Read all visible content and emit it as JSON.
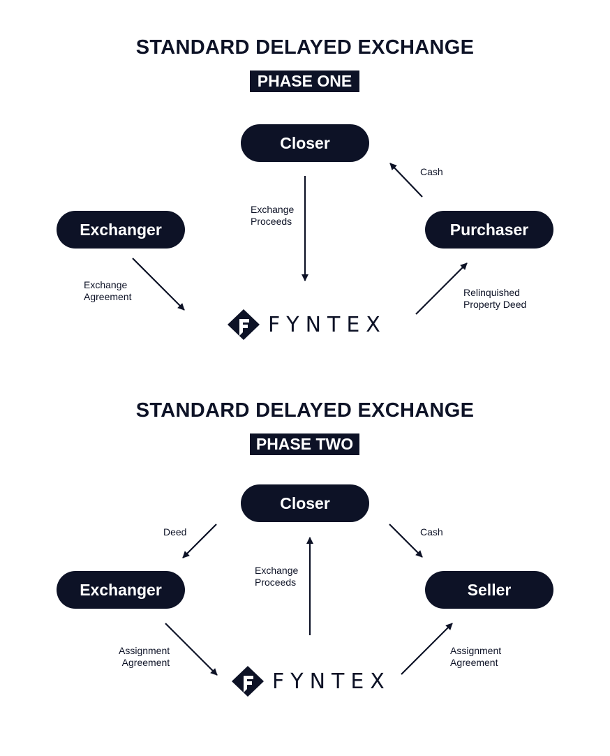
{
  "colors": {
    "navy": "#0d1226",
    "background": "#ffffff",
    "text_on_navy": "#ffffff"
  },
  "phase_one": {
    "title": "STANDARD DELAYED EXCHANGE",
    "phase": "PHASE ONE",
    "nodes": {
      "closer": "Closer",
      "exchanger": "Exchanger",
      "purchaser": "Purchaser"
    },
    "labels": {
      "cash": [
        "Cash"
      ],
      "exchange_proceeds": [
        "Exchange",
        "Proceeds"
      ],
      "exchange_agreement": [
        "Exchange",
        "Agreement"
      ],
      "relinquished_deed": [
        "Relinquished",
        "Property Deed"
      ]
    },
    "logo": {
      "icon": "fyntex-logo-icon",
      "wordmark": "FYNTEX"
    }
  },
  "phase_two": {
    "title": "STANDARD DELAYED EXCHANGE",
    "phase": "PHASE TWO",
    "nodes": {
      "closer": "Closer",
      "exchanger": "Exchanger",
      "seller": "Seller"
    },
    "labels": {
      "deed": [
        "Deed"
      ],
      "cash": [
        "Cash"
      ],
      "exchange_proceeds": [
        "Exchange",
        "Proceeds"
      ],
      "assignment_left": [
        "Assignment",
        "Agreement"
      ],
      "assignment_right": [
        "Assignment",
        "Agreement"
      ]
    },
    "logo": {
      "icon": "fyntex-logo-icon",
      "wordmark": "FYNTEX"
    }
  }
}
